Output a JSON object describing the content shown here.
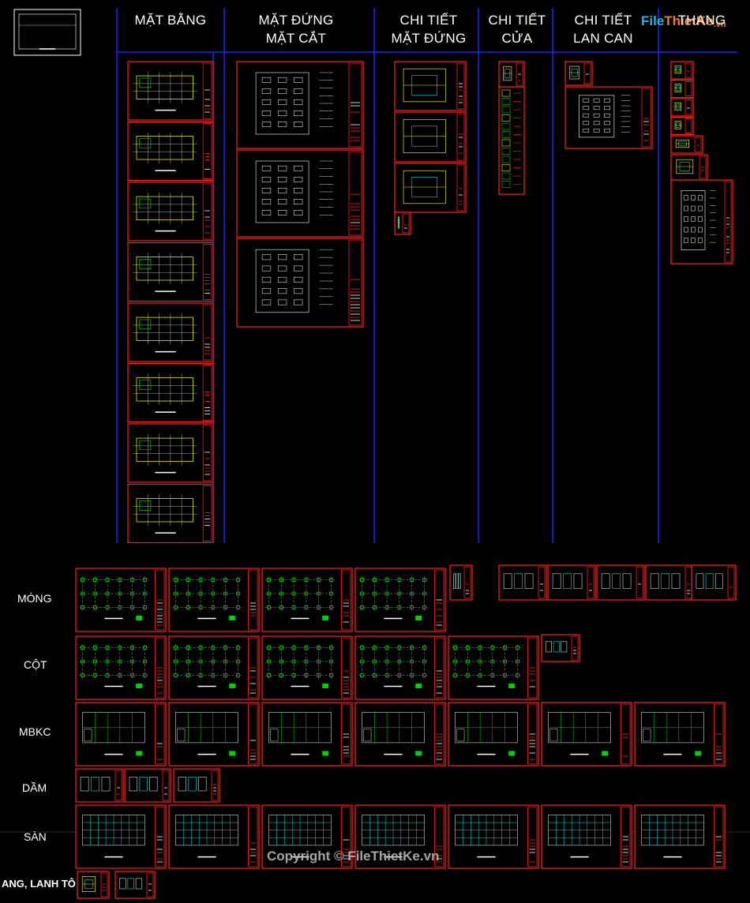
{
  "logo": {
    "part1": "File",
    "part2": "ThietKe",
    "part3": ".vn"
  },
  "columns": [
    {
      "id": "mat-bang",
      "line1": "MẶT BẰNG",
      "line2": ""
    },
    {
      "id": "mat-dung-mat-cat",
      "line1": "MẶT ĐỨNG",
      "line2": "MẶT CẮT"
    },
    {
      "id": "chi-tiet-mat-dung",
      "line1": "CHI TIẾT",
      "line2": "MẶT ĐỨNG"
    },
    {
      "id": "chi-tiet-cua",
      "line1": "CHI TIẾT",
      "line2": "CỬA"
    },
    {
      "id": "chi-tiet-lan-can",
      "line1": "CHI TIẾT",
      "line2": "LAN CAN"
    },
    {
      "id": "thang",
      "line1": "",
      "line2": "THANG"
    }
  ],
  "rows": [
    {
      "id": "mong",
      "label": "MÓNG"
    },
    {
      "id": "cot",
      "label": "CỘT"
    },
    {
      "id": "mbkc",
      "label": "MBKC"
    },
    {
      "id": "dam",
      "label": "DẦM"
    },
    {
      "id": "san",
      "label": "SÀN"
    },
    {
      "id": "thang-lanh-to",
      "label": "ANG, LANH TÔ"
    }
  ],
  "copyright": "Copyright © FileThietKe.vn",
  "colors": {
    "background": "#000000",
    "frame_red": "#ff1e1e",
    "divider_blue": "#1a22ff",
    "cad_yellow": "#e8e800",
    "cad_green": "#00d000",
    "cad_cyan": "#00e0e0",
    "cad_white": "#d8d8d8",
    "cad_magenta": "#ff30ff"
  }
}
